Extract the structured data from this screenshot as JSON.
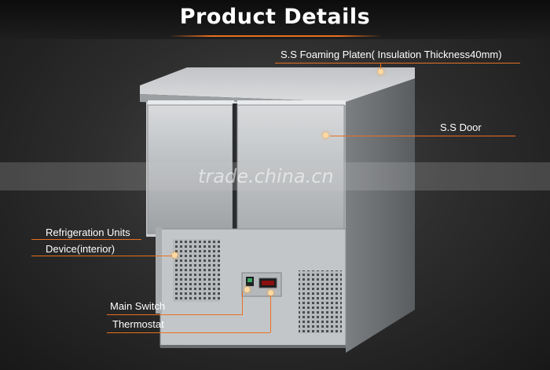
{
  "title": "Product Details",
  "watermark": "trade.china.cn",
  "callouts": {
    "platen": "S.S Foaming Platen( Insulation Thickness40mm)",
    "door": "S.S  Door",
    "refrigeration_line1": "Refrigeration Units",
    "refrigeration_line2": "Device(interior)",
    "main_switch": "Main Switch",
    "thermostat": "Thermostat"
  },
  "colors": {
    "accent": "#e87020",
    "title": "#ffffff",
    "text": "#ffffff"
  }
}
